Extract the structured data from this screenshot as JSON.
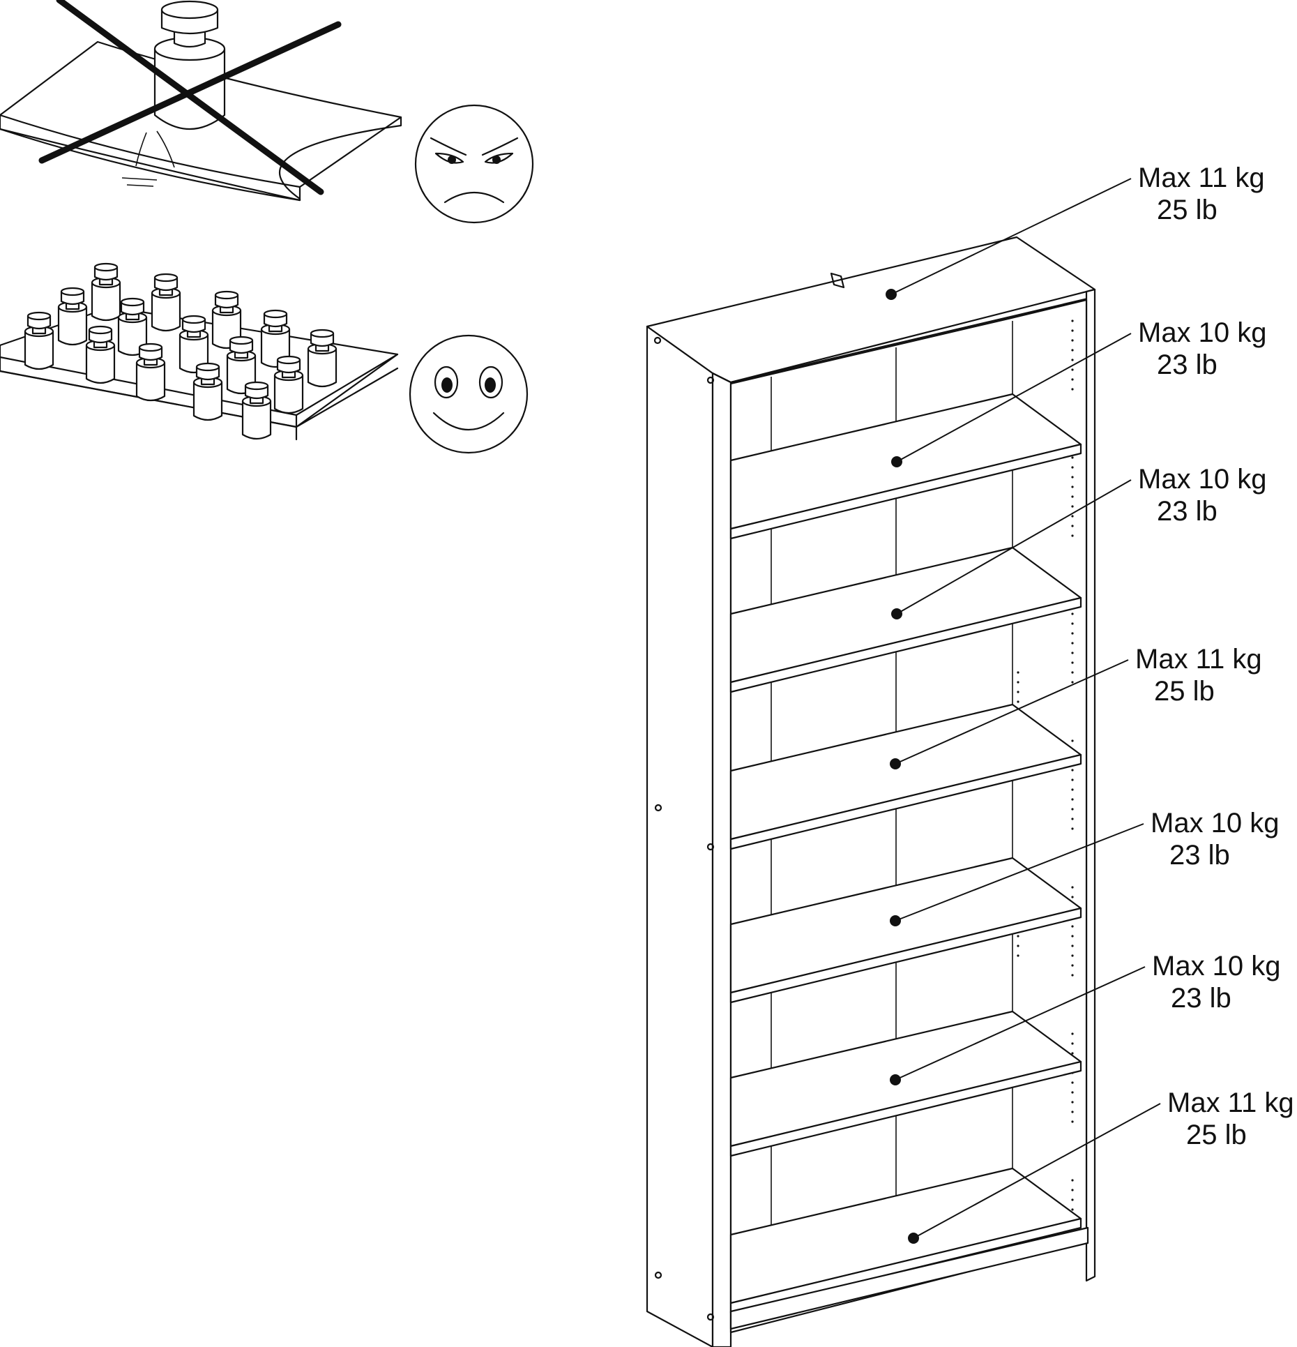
{
  "colors": {
    "ink": "#111111",
    "paper": "#ffffff"
  },
  "icons": {
    "overload": "weight-on-bent-shelf-icon",
    "cross": "prohibited-cross-icon",
    "distributed": "distributed-weights-on-shelf-icon",
    "angry": "angry-face-icon",
    "happy": "happy-face-icon",
    "bookcase": "bookcase-icon"
  },
  "loads": [
    {
      "kg": "Max 11 kg",
      "lb": "25 lb"
    },
    {
      "kg": "Max 10 kg",
      "lb": "23 lb"
    },
    {
      "kg": "Max 10 kg",
      "lb": "23 lb"
    },
    {
      "kg": "Max 11 kg",
      "lb": "25 lb"
    },
    {
      "kg": "Max 10 kg",
      "lb": "23 lb"
    },
    {
      "kg": "Max 10 kg",
      "lb": "23 lb"
    },
    {
      "kg": "Max 11 kg",
      "lb": "25 lb"
    }
  ]
}
